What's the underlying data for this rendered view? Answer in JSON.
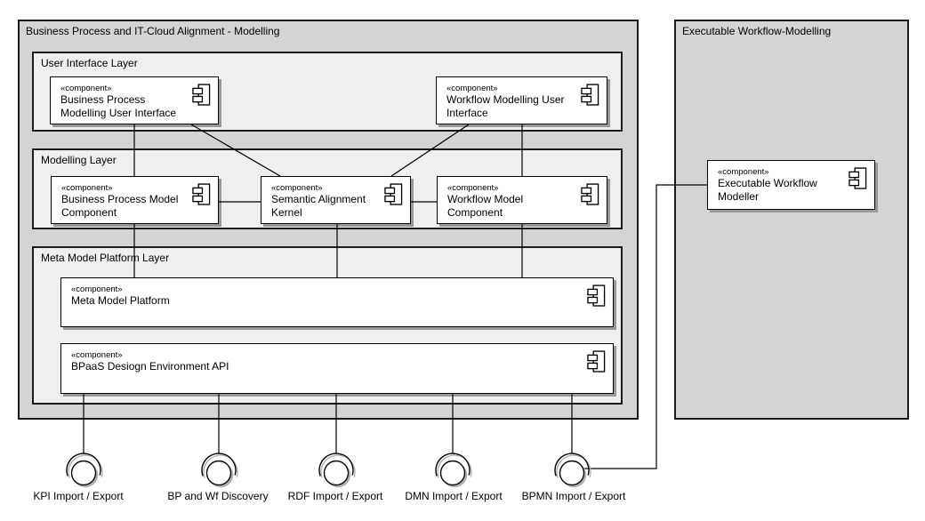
{
  "containers": {
    "main": {
      "title": "Business Process and IT-Cloud Alignment - Modelling"
    },
    "executable": {
      "title": "Executable Workflow-Modelling"
    }
  },
  "layers": [
    {
      "title": "User Interface Layer"
    },
    {
      "title": "Modelling Layer"
    },
    {
      "title": "Meta Model Platform Layer"
    }
  ],
  "stereotype": "«component»",
  "components": [
    {
      "name": "Business Process Modelling User Interface"
    },
    {
      "name": "Workflow Modelling User Interface"
    },
    {
      "name": "Business Process Model Component"
    },
    {
      "name": "Semantic Alignment Kernel"
    },
    {
      "name": "Workflow Model Component"
    },
    {
      "name": "Meta Model Platform"
    },
    {
      "name": "BPaaS Desiogn Environment API"
    },
    {
      "name": "Executable Workflow Modeller"
    }
  ],
  "interfaces": [
    {
      "label": "KPI Import / Export"
    },
    {
      "label": "BP and Wf Discovery"
    },
    {
      "label": "RDF Import / Export"
    },
    {
      "label": "DMN Import / Export"
    },
    {
      "label": "BPMN Import / Export"
    }
  ],
  "colors": {
    "container_fill": "#d4d4d4",
    "layer_fill": "#efefef",
    "component_fill": "#ffffff",
    "line": "#000000",
    "shadow": "#999999"
  }
}
